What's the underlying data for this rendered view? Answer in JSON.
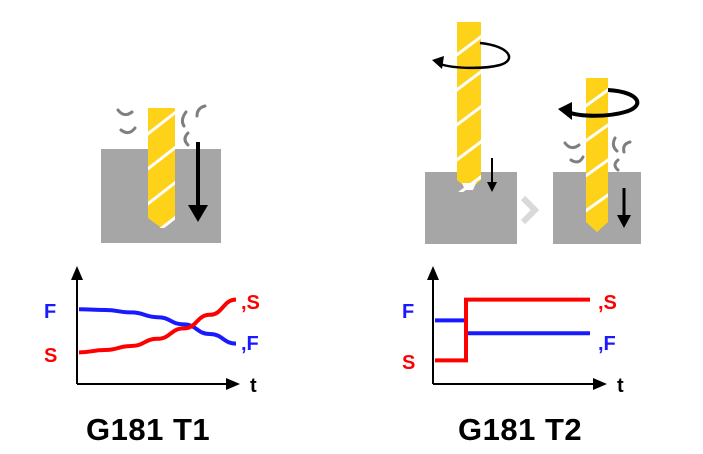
{
  "colors": {
    "drill": "#ffd21a",
    "drill_stripe": "#ffffff",
    "block": "#a6a6a6",
    "force": "#1a1aff",
    "speed": "#ff0000",
    "axis": "#000000",
    "chevron": "#d9d9d9",
    "chip": "#7f7f7f"
  },
  "icons": [
    "drill-bit-icon",
    "rotation-arrow-icon",
    "feed-arrow-icon",
    "chip-icon",
    "chevron-right-icon"
  ],
  "panels": [
    {
      "caption": "G181 T1",
      "graph": {
        "ylabel_f": "F",
        "ylabel_s": "S",
        "xlabel": "t",
        "end_s": ",S",
        "end_f": ",F"
      }
    },
    {
      "caption": "G181 T2",
      "graph": {
        "ylabel_f": "F",
        "ylabel_s": "S",
        "xlabel": "t",
        "end_s": ",S",
        "end_f": ",F"
      }
    }
  ],
  "chart_data": [
    {
      "type": "line",
      "title": "",
      "xlabel": "t",
      "ylabel": "",
      "x": [
        0,
        1,
        2,
        3,
        4,
        5,
        6
      ],
      "series": [
        {
          "name": "F",
          "values": [
            0.76,
            0.75,
            0.72,
            0.66,
            0.57,
            0.45,
            0.33
          ]
        },
        {
          "name": "S",
          "values": [
            0.22,
            0.25,
            0.3,
            0.39,
            0.52,
            0.69,
            0.88
          ]
        }
      ]
    },
    {
      "type": "line",
      "title": "",
      "xlabel": "t",
      "ylabel": "",
      "x": [
        0,
        1,
        1,
        5
      ],
      "series": [
        {
          "name": "F",
          "values": [
            0.62,
            0.62,
            0.46,
            0.46
          ]
        },
        {
          "name": "S",
          "values": [
            0.12,
            0.12,
            0.88,
            0.88
          ]
        }
      ]
    }
  ]
}
